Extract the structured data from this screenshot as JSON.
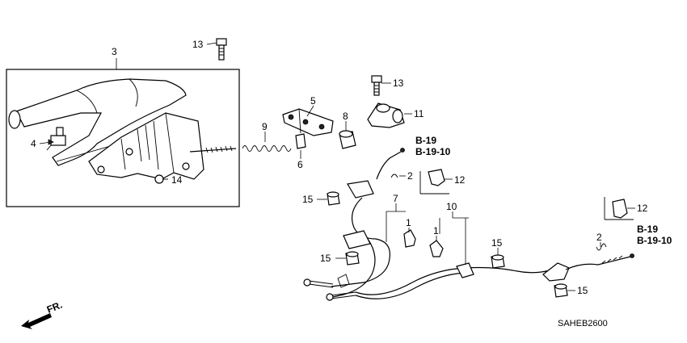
{
  "callouts": {
    "c3": "3",
    "c13a": "13",
    "c13b": "13",
    "c4": "4",
    "c14": "14",
    "c5": "5",
    "c6": "6",
    "c8": "8",
    "c9": "9",
    "c11": "11",
    "c2a": "2",
    "c12a": "12",
    "c15a": "15",
    "c7": "7",
    "c1a": "1",
    "c10": "10",
    "c1b": "1",
    "c15b": "15",
    "c15c": "15",
    "c15d": "15",
    "c2b": "2",
    "c12b": "12"
  },
  "refs": {
    "a1": "B-19",
    "a2": "B-19-10",
    "b1": "B-19",
    "b2": "B-19-10"
  },
  "direction_label": "FR.",
  "diagram_code": "SAHEB2600"
}
